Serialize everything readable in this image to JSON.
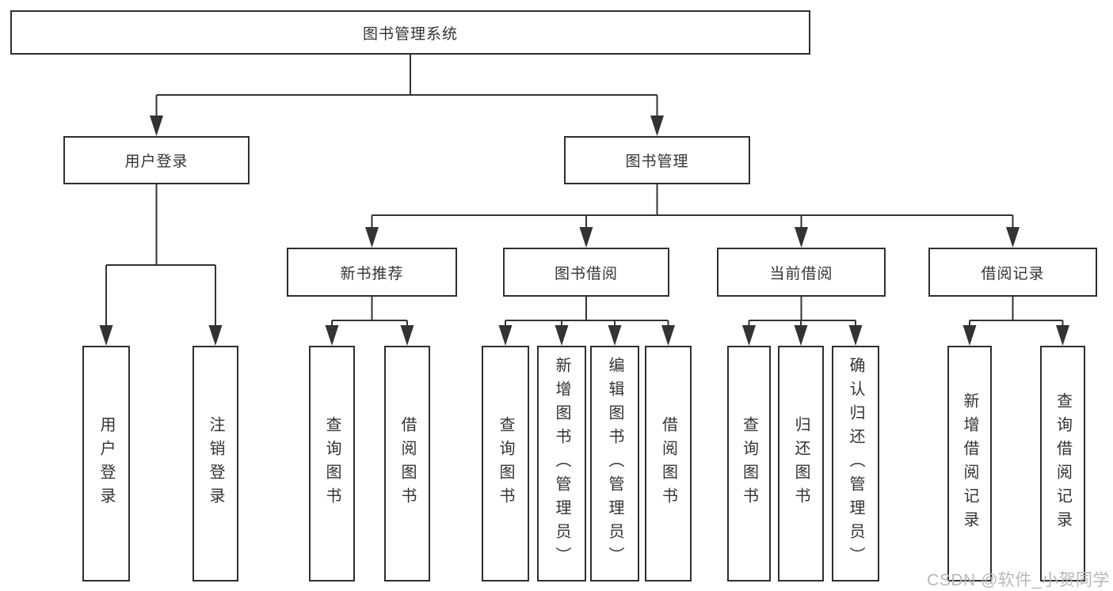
{
  "tree": {
    "label": "图书管理系统",
    "children": [
      {
        "label": "用户登录",
        "children": [
          {
            "label": "用户登录"
          },
          {
            "label": "注销登录"
          }
        ]
      },
      {
        "label": "图书管理",
        "children": [
          {
            "label": "新书推荐",
            "children": [
              {
                "label": "查询图书"
              },
              {
                "label": "借阅图书"
              }
            ]
          },
          {
            "label": "图书借阅",
            "children": [
              {
                "label": "查询图书"
              },
              {
                "label": "新增图书（管理员）"
              },
              {
                "label": "编辑图书（管理员）"
              },
              {
                "label": "借阅图书"
              }
            ]
          },
          {
            "label": "当前借阅",
            "children": [
              {
                "label": "查询图书"
              },
              {
                "label": "归还图书"
              },
              {
                "label": "确认归还（管理员）"
              }
            ]
          },
          {
            "label": "借阅记录",
            "children": [
              {
                "label": "新增借阅记录"
              },
              {
                "label": "查询借阅记录"
              }
            ]
          }
        ]
      }
    ]
  },
  "watermark": {
    "text": "CSDN @软件_小贺同学"
  },
  "colors": {
    "line": "#333333",
    "box_border": "#2f2f2f",
    "text": "#333333",
    "watermark": "#b5b8bc",
    "background": "#ffffff"
  }
}
